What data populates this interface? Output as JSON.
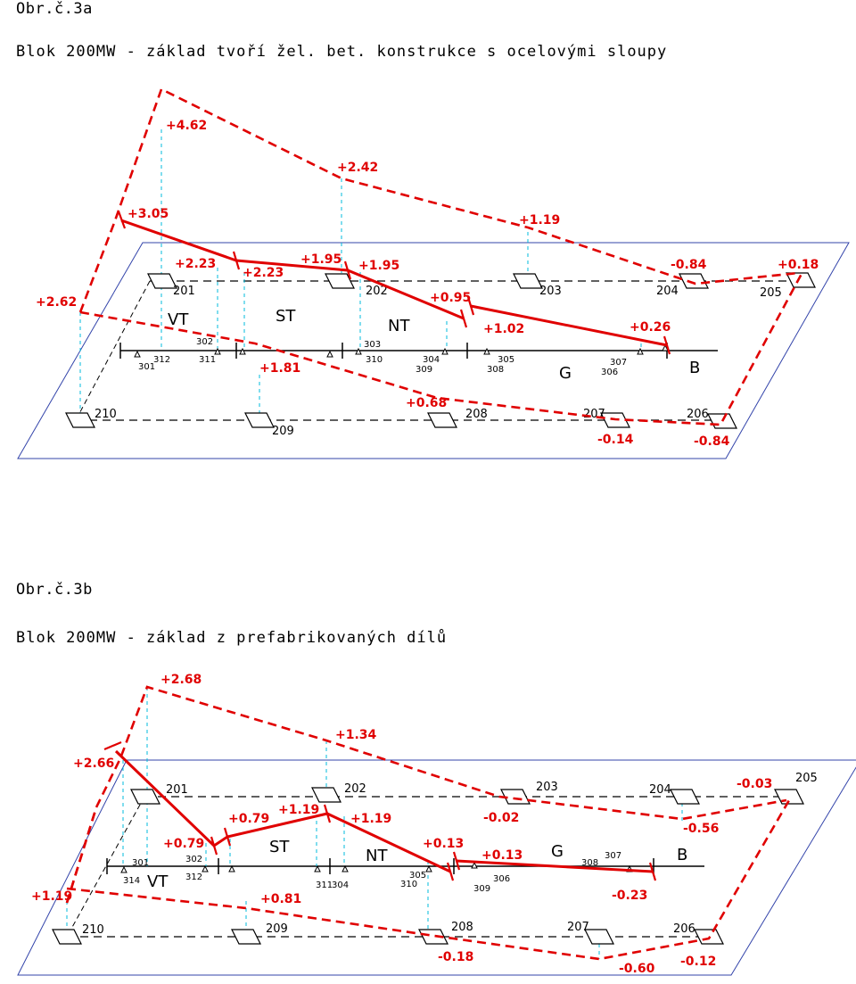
{
  "figures": [
    {
      "label": "Obr.č.3a",
      "caption": "Blok 200MW - základ tvoří žel. bet. konstrukce s ocelovými sloupy",
      "zones": [
        "VT",
        "ST",
        "NT",
        "G",
        "B"
      ],
      "nodes": [
        "201",
        "202",
        "203",
        "204",
        "205",
        "206",
        "207",
        "208",
        "209",
        "210"
      ],
      "points": [
        "301",
        "312",
        "302",
        "311",
        "303",
        "310",
        "304",
        "309",
        "305",
        "308",
        "307",
        "306"
      ],
      "values": [
        "+4.62",
        "+2.42",
        "+1.19",
        "-0.84",
        "+0.18",
        "+3.05",
        "+2.23",
        "+2.23",
        "+1.95",
        "+1.95",
        "+0.95",
        "+1.02",
        "+0.26",
        "+2.62",
        "+1.81",
        "+0.68",
        "-0.14",
        "-0.84"
      ]
    },
    {
      "label": "Obr.č.3b",
      "caption": "Blok 200MW - základ z prefabrikovaných dílů",
      "zones": [
        "VT",
        "ST",
        "NT",
        "G",
        "B"
      ],
      "nodes": [
        "201",
        "202",
        "203",
        "204",
        "205",
        "206",
        "207",
        "208",
        "209",
        "210"
      ],
      "points": [
        "301",
        "314",
        "302",
        "312",
        "311",
        "304",
        "305",
        "310",
        "309",
        "306",
        "308",
        "307"
      ],
      "values": [
        "+2.68",
        "+1.34",
        "+2.66",
        "+0.79",
        "+0.79",
        "+1.19",
        "+1.19",
        "+0.13",
        "+0.13",
        "-0.02",
        "-0.03",
        "-0.56",
        "-0.23",
        "+1.19",
        "+0.81",
        "-0.18",
        "-0.60",
        "-0.12"
      ]
    }
  ],
  "colors": {
    "line": "#e00000",
    "plane": "#3344aa",
    "guide": "#00bbdd"
  }
}
